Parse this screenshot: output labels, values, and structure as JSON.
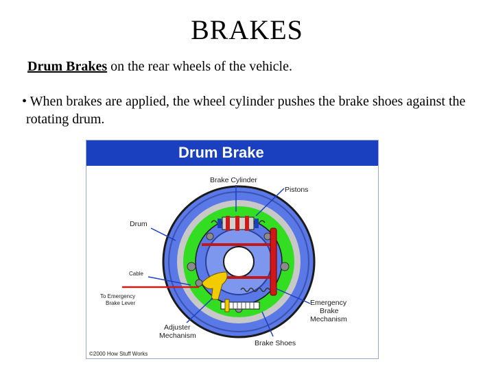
{
  "slide": {
    "title": "BRAKES",
    "subtitle_term": "Drum Brakes",
    "subtitle_rest": " on the rear wheels of the vehicle.",
    "bullet_mark": "•",
    "bullet_text": "When brakes are applied, the wheel cylinder pushes the brake shoes against the rotating drum."
  },
  "figure": {
    "title": "Drum Brake",
    "labels": {
      "brake_cylinder": "Brake Cylinder",
      "pistons": "Pistons",
      "drum": "Drum",
      "cable": "Cable",
      "to_emergency_1": "To Emergency",
      "to_emergency_2": "Brake Lever",
      "emergency_1": "Emergency",
      "emergency_2": "Brake",
      "emergency_3": "Mechanism",
      "adjuster_1": "Adjuster",
      "adjuster_2": "Mechanism",
      "brake_shoes": "Brake Shoes"
    },
    "copyright": "©2000 How Stuff Works"
  },
  "colors": {
    "header_blue": "#1a3fbf",
    "drum_blue": "#5a78e6",
    "shoe_green": "#33dd22",
    "lining_gray": "#c8c8c8",
    "emergency_red": "#d01818",
    "adjuster_yellow": "#f2cc00"
  }
}
